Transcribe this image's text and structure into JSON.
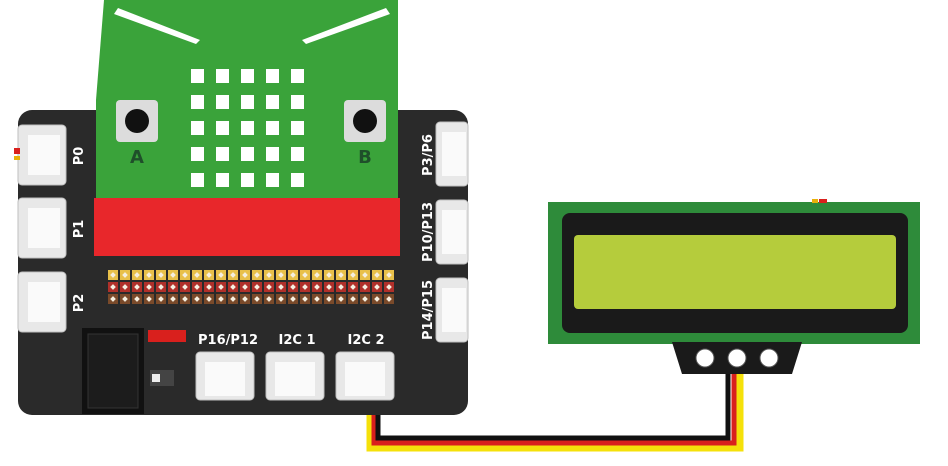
{
  "microbit": {
    "button_a_label": "A",
    "button_b_label": "B",
    "led_matrix": {
      "rows": 5,
      "cols": 5
    }
  },
  "expansion_board": {
    "left_ports": [
      "P0",
      "P1",
      "P2"
    ],
    "right_ports": [
      "P3/P6",
      "P10/P13",
      "P14/P15"
    ],
    "bottom_ports": [
      "P16/P12",
      "I2C 1",
      "I2C 2"
    ]
  },
  "lcd": {
    "screen_color": "#b5cc3c",
    "pcb_color": "#2e8b3a"
  },
  "cable": {
    "connected_port": "I2C 2",
    "wire_colors": [
      "#f5e10a",
      "#d9201d",
      "#111111"
    ]
  },
  "colors": {
    "board": "#2a2a2a",
    "microbit_green": "#3aa33a",
    "red_strip": "#e8272b",
    "led_white": "#ffffff"
  }
}
